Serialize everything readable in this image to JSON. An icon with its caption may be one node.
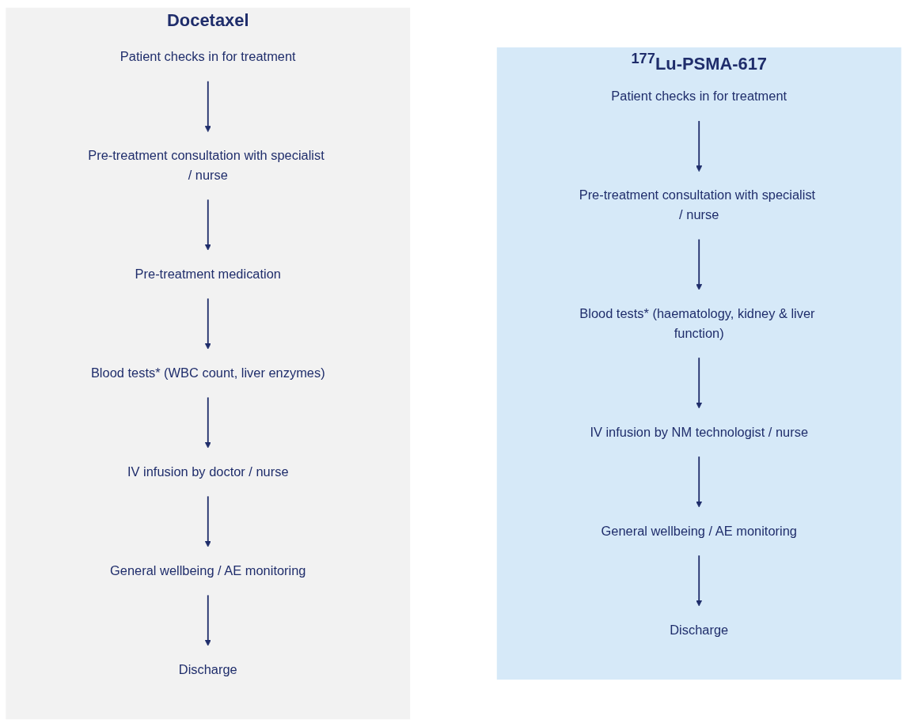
{
  "diagram": {
    "nodes": [
      {
        "text": [
          "$^{177}$Lu-PSMA-617"
        ]
      },
      {
        "text": [
          "Patient checks in for treatment"
        ],
        "in": 0
      },
      {
        "text": [
          "Pre-treatment consultation with specialist / nurse"
        ],
        "in": 0
      },
      {
        "text": [
          "Blood tests* (haematology, kidney & liver function)"
        ],
        "in": 0
      },
      {
        "text": [
          "IV infusion by NM technologist / nurse"
        ],
        "in": 0
      },
      {
        "text": [
          "General wellbeing / AE monitoring"
        ],
        "in": 0
      },
      {
        "text": [
          "Discharge"
        ],
        "in": 0
      },
      {
        "text": [
          "Docetaxel"
        ]
      },
      {
        "text": [
          "Patient checks in for treatment"
        ],
        "in": 7
      },
      {
        "text": [
          "Pre-treatment consultation with specialist / nurse"
        ],
        "in": 7
      },
      {
        "text": [
          "Pre-treatment medication"
        ],
        "in": 7
      },
      {
        "text": [
          "Blood tests* (WBC count, liver enzymes)"
        ],
        "in": 7
      },
      {
        "text": [
          "IV infusion by doctor / nurse"
        ],
        "in": 7
      },
      {
        "text": [
          "General wellbeing / AE monitoring"
        ],
        "in": 7
      },
      {
        "text": [
          "Discharge"
        ],
        "in": 7
      }
    ],
    "edges": [
      {
        "from": 1,
        "to": 2,
        "arrow": "to"
      },
      {
        "from": 2,
        "to": 3,
        "arrow": "to"
      },
      {
        "from": 3,
        "to": 4,
        "arrow": "to"
      },
      {
        "from": 4,
        "to": 5,
        "arrow": "to"
      },
      {
        "from": 5,
        "to": 6,
        "arrow": "to"
      },
      {
        "from": 8,
        "to": 9,
        "arrow": "to"
      },
      {
        "from": 9,
        "to": 10,
        "arrow": "to"
      },
      {
        "from": 10,
        "to": 11,
        "arrow": "to"
      },
      {
        "from": 11,
        "to": 12,
        "arrow": "to"
      },
      {
        "from": 12,
        "to": 13,
        "arrow": "to"
      },
      {
        "from": 13,
        "to": 14,
        "arrow": "to"
      }
    ]
  }
}
